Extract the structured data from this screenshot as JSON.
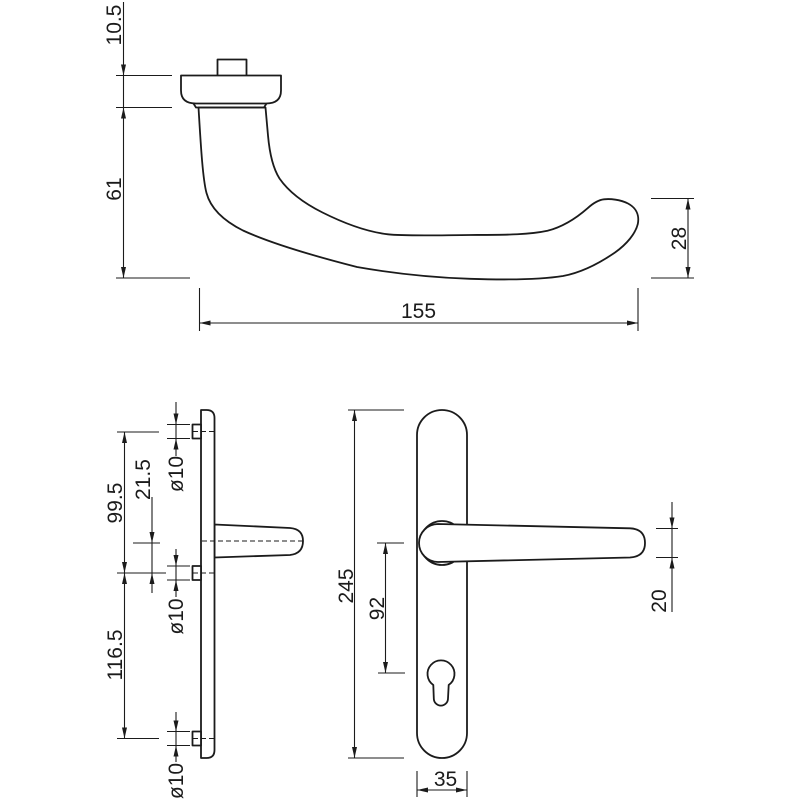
{
  "drawing": {
    "background": "#ffffff",
    "line_color": "#1b1b1b",
    "views": {
      "handle_profile": {
        "label": "handle-profile-view",
        "dims": {
          "rose_height": "10.5",
          "handle_drop": "61",
          "handle_length": "155",
          "grip_depth": "28"
        }
      },
      "plate_side": {
        "label": "plate-side-view",
        "dims": {
          "upper_hole_spacing": "99.5",
          "spindle_offset": "21.5",
          "upper_hole_dia": "ø10",
          "middle_hole_dia": "ø10",
          "lower_hole_spacing": "116.5",
          "lower_hole_dia": "ø10"
        }
      },
      "plate_front": {
        "label": "plate-front-view",
        "dims": {
          "plate_length": "245",
          "spindle_to_cylinder": "92",
          "lever_thickness": "20",
          "plate_width": "35"
        }
      }
    }
  }
}
